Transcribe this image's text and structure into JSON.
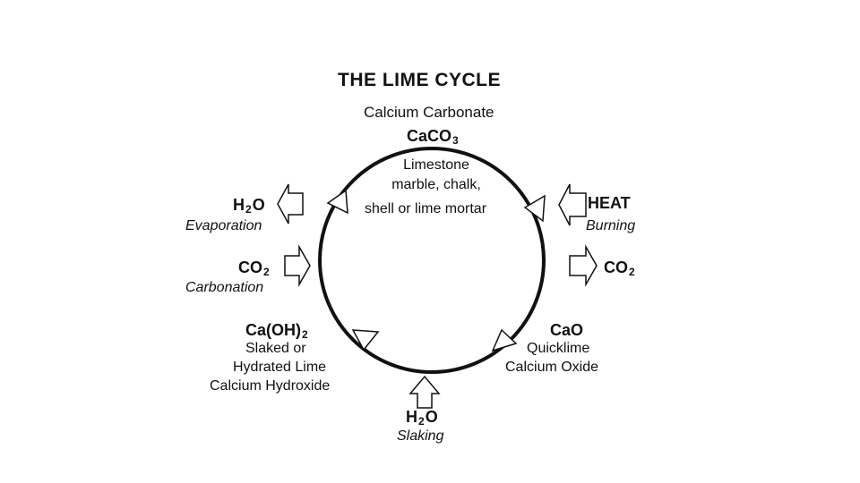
{
  "title": "THE LIME CYCLE",
  "top": {
    "name": "Calcium Carbonate",
    "formula": {
      "base": "CaCO",
      "sub": "3"
    },
    "desc": [
      "Limestone",
      "marble, chalk,",
      "shell or lime mortar"
    ]
  },
  "heat": {
    "label": "HEAT",
    "process": "Burning"
  },
  "co2_out": {
    "base": "CO",
    "sub": "2"
  },
  "cao": {
    "formula": "CaO",
    "name1": "Quicklime",
    "name2": "Calcium Oxide"
  },
  "slaking": {
    "base1": "H",
    "sub": "2",
    "base2": "O",
    "process": "Slaking"
  },
  "caoh2": {
    "base": "Ca(OH)",
    "sub": "2",
    "name1": "Slaked or",
    "name2": "Hydrated Lime",
    "name3": "Calcium Hydroxide"
  },
  "carbonation": {
    "base": "CO",
    "sub": "2",
    "process": "Carbonation"
  },
  "evaporation": {
    "base1": "H",
    "sub": "2",
    "base2": "O",
    "process": "Evaporation"
  }
}
